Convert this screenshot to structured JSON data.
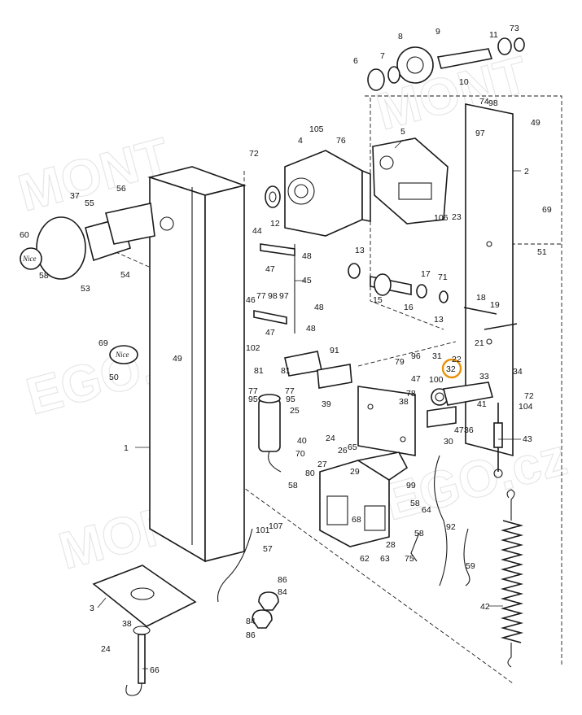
{
  "watermark": {
    "line1": "MONT",
    "line2": "EGO.cz"
  },
  "logo_text": "Nice",
  "highlight_color": "#e8900c",
  "callouts": [
    "1",
    "2",
    "3",
    "4",
    "5",
    "6",
    "7",
    "8",
    "9",
    "10",
    "11",
    "12",
    "13",
    "13",
    "15",
    "16",
    "17",
    "18",
    "19",
    "21",
    "22",
    "23",
    "24",
    "24",
    "25",
    "26",
    "27",
    "28",
    "29",
    "30",
    "31",
    "32",
    "33",
    "34",
    "36",
    "37",
    "38",
    "38",
    "39",
    "40",
    "41",
    "42",
    "43",
    "44",
    "45",
    "46",
    "47",
    "47",
    "47",
    "47",
    "48",
    "48",
    "48",
    "49",
    "49",
    "50",
    "51",
    "53",
    "54",
    "55",
    "56",
    "57",
    "58",
    "58",
    "58",
    "58",
    "59",
    "60",
    "62",
    "63",
    "64",
    "65",
    "66",
    "68",
    "69",
    "69",
    "70",
    "71",
    "72",
    "72",
    "73",
    "74",
    "75",
    "76",
    "77",
    "77",
    "77",
    "78",
    "79",
    "80",
    "81",
    "81",
    "84",
    "84",
    "86",
    "86",
    "91",
    "92",
    "95",
    "95",
    "96",
    "97",
    "97",
    "98",
    "98",
    "99",
    "100",
    "101",
    "102",
    "104",
    "105",
    "106",
    "107"
  ]
}
